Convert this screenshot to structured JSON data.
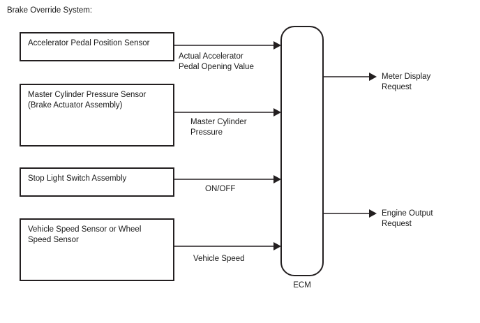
{
  "diagram": {
    "title": "Brake Override System:",
    "central_unit": {
      "label": "ECM",
      "name": "engine-control-module"
    },
    "inputs": [
      {
        "source": "Accelerator Pedal Position Sensor",
        "signal": "Actual Accelerator\nPedal Opening Value"
      },
      {
        "source": "Master Cylinder Pressure Sensor\n(Brake Actuator Assembly)",
        "signal": "Master Cylinder\nPressure"
      },
      {
        "source": "Stop Light Switch Assembly",
        "signal": "ON/OFF"
      },
      {
        "source": "Vehicle Speed Sensor or Wheel\nSpeed Sensor",
        "signal": "Vehicle Speed"
      }
    ],
    "outputs": [
      {
        "target": "Meter Display\nRequest"
      },
      {
        "target": "Engine Output\nRequest"
      }
    ],
    "colors": {
      "stroke": "#231f20",
      "text": "#1a1a1a",
      "background": "#ffffff"
    }
  }
}
